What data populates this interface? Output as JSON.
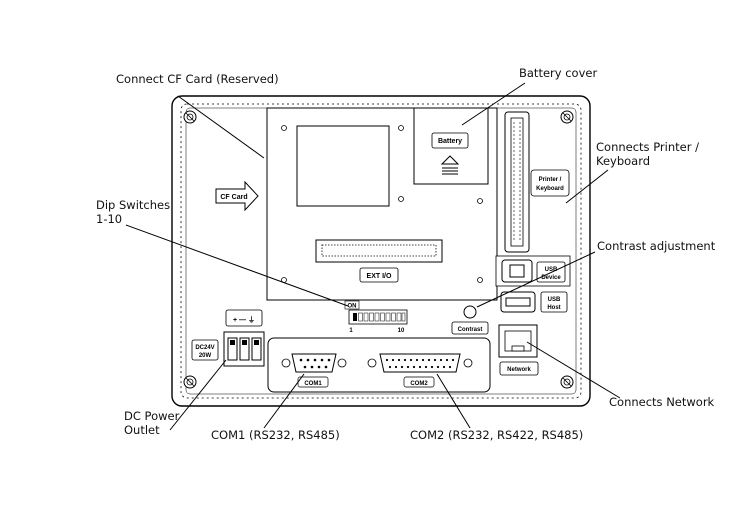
{
  "callouts": {
    "cf_card": "Connect CF Card (Reserved)",
    "battery_cover": "Battery cover",
    "printer_line1": "Connects Printer /",
    "printer_line2": "Keyboard",
    "dip_line1": "Dip Switches",
    "dip_line2": "1-10",
    "contrast": "Contrast adjustment",
    "network": "Connects Network",
    "dc_line1": "DC Power",
    "dc_line2": "Outlet",
    "com1": "COM1 (RS232, RS485)",
    "com2": "COM2 (RS232, RS422, RS485)"
  },
  "panel_labels": {
    "cf_card": "CF Card",
    "battery": "Battery",
    "ext_io": "EXT I/O",
    "printer_keyboard_1": "Printer /",
    "printer_keyboard_2": "Keyboard",
    "usb_device_1": "USB",
    "usb_device_2": "Device",
    "usb_host_1": "USB",
    "usb_host_2": "Host",
    "contrast": "Contrast",
    "network": "Network",
    "dc_1": "DC24V",
    "dc_2": "20W",
    "dip_on": "ON",
    "dip_1": "1",
    "dip_10": "10",
    "com1": "COM1",
    "com2": "COM2",
    "power_symbol": "+ — ⏚"
  },
  "icons": [
    "screw-icon",
    "arrow-icon",
    "eject-icon",
    "usb-b-icon",
    "usb-a-icon",
    "rj45-icon",
    "terminal-block-icon",
    "db9-icon",
    "db25-icon"
  ]
}
